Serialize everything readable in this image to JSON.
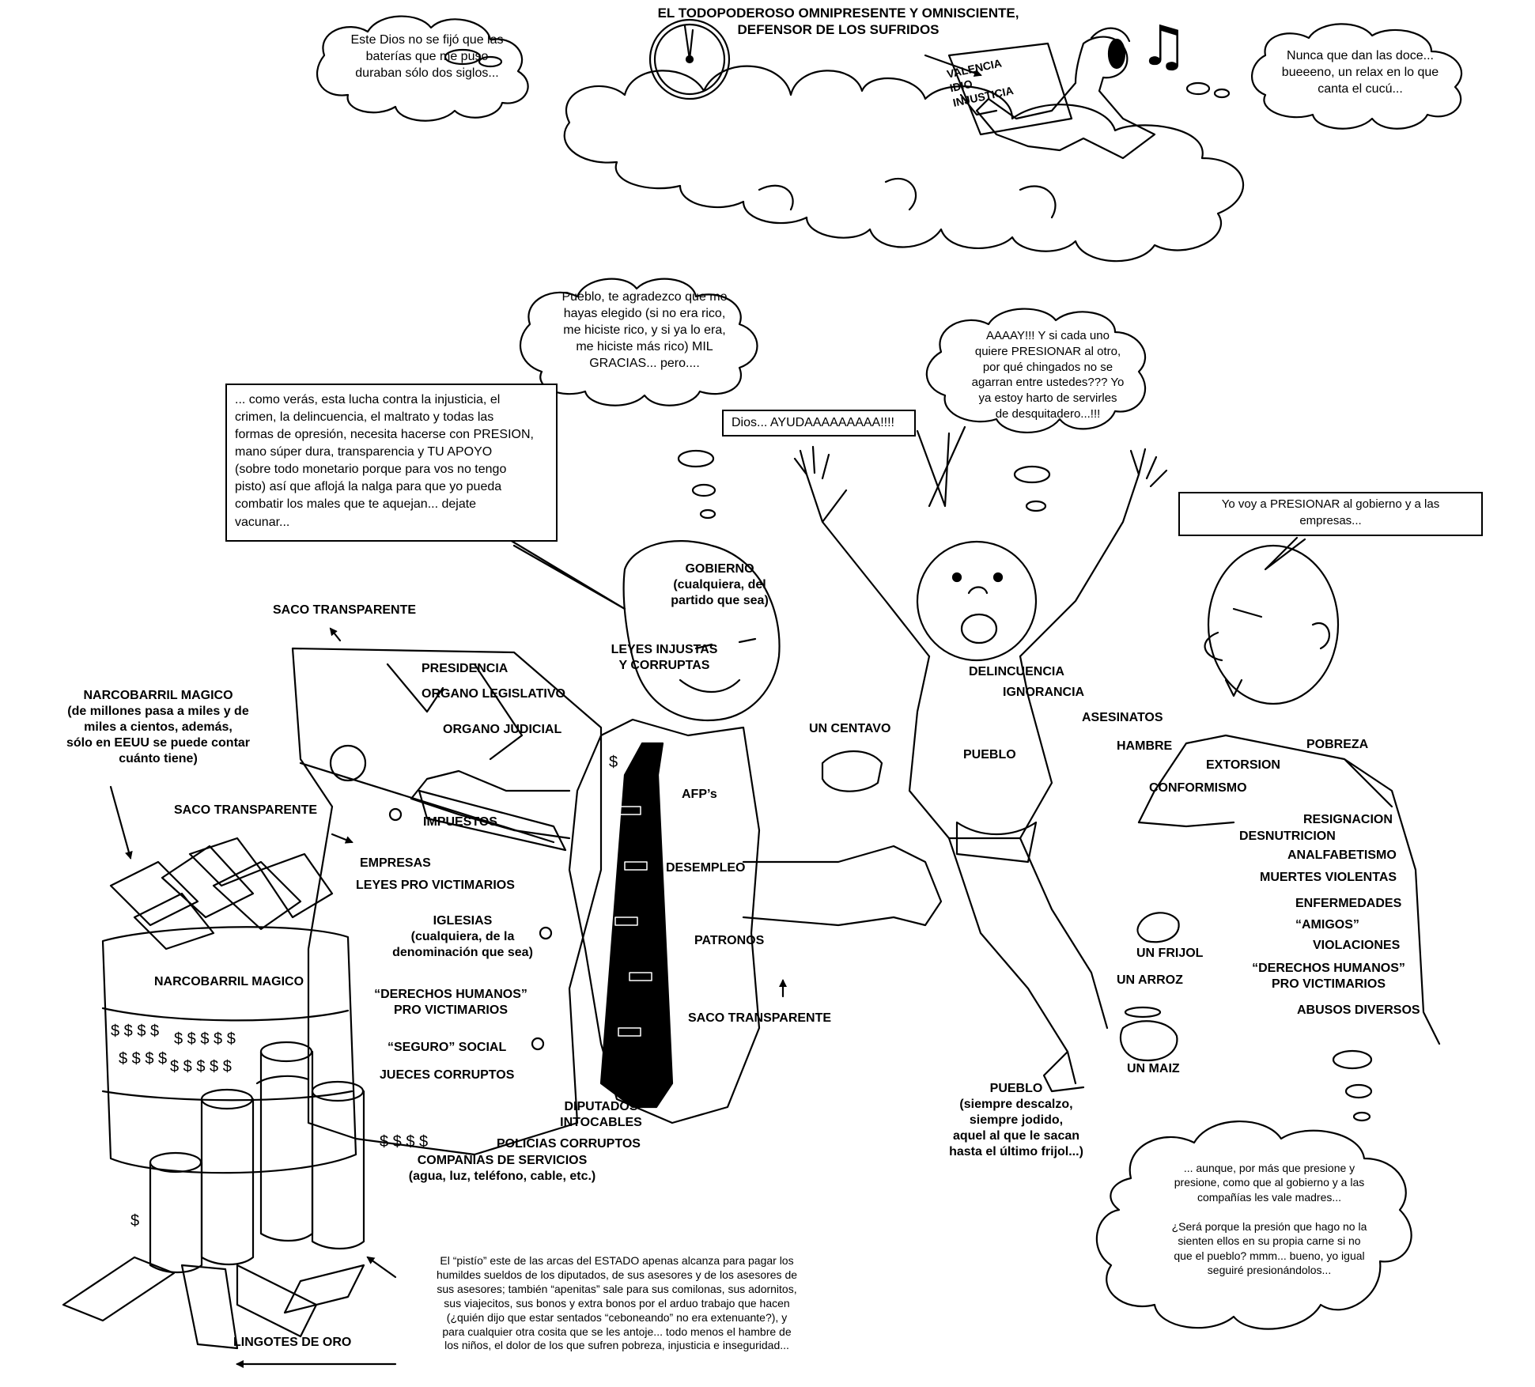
{
  "top": {
    "title": "EL TODOPODEROSO OMNIPRESENTE Y OMNISCIENTE,\nDEFENSOR DE LOS SUFRIDOS",
    "bubble_left": "Este Dios no se fijó que las\nbaterías que me puso\nduraban sólo dos siglos...",
    "bubble_right": "Nunca que dan las doce...\nbueeeno, un relax en lo que\ncanta el cucú...",
    "newspaper_text": "VALENCIA\nIDIO\nINJUSTICIA"
  },
  "government": {
    "bubble": "Pueblo, te agradezco que me\nhayas elegido (si no era rico,\nme hiciste rico, y si ya lo era,\nme hiciste más rico) MIL\nGRACIAS... pero....",
    "speech_box": "... como verás, esta lucha contra la injusticia, el\ncrimen, la delincuencia, el maltrato y todas las\nformas de opresión, necesita hacerse con PRESION,\nmano súper dura, transparencia y TU APOYO\n(sobre todo monetario porque para vos no tengo\npisto) así que aflojá la nalga para que yo pueda\ncombatir los males que te aquejan... dejate\nvacunar..."
  },
  "people": {
    "shout_box": "Dios... AYUDAAAAAAAAA!!!!",
    "bubble": "AAAAY!!! Y si cada uno\nquiere PRESIONAR al otro,\npor qué chingados no se\nagarran entre ustedes??? Yo\nya estoy harto de servirles\nde desquitadero...!!!"
  },
  "pressure": {
    "speech_box": "Yo voy a PRESIONAR al gobierno y a las\nempresas...",
    "bubble": "... aunque, por más que presione y\npresione, como que al gobierno y a las\ncompañías les vale madres...\n\n¿Será porque la presión que hago no la\nsienten ellos en su propia carne si no\nque el pueblo? mmm... bueno, yo igual\nseguiré presionándolos..."
  },
  "bottom_note": "El “pistío” este de las arcas del ESTADO apenas alcanza para pagar los\nhumildes sueldos de los diputados, de sus asesores y de los asesores de\nsus asesores; también “apenitas” sale para sus comilonas, sus adornitos,\nsus viajecitos, sus bonos y extra bonos por el arduo trabajo que hacen\n(¿quién dijo que estar sentados “ceboneando” no era extenuante?), y\npara cualquier otra cosita que se les antoje... todo menos el hambre de\nlos niños, el dolor de los que sufren pobreza, injusticia e inseguridad...",
  "labels": {
    "saco_top": "SACO TRANSPARENTE",
    "saco_mid": "SACO TRANSPARENTE",
    "saco_bottom": "SACO TRANSPARENTE",
    "narcobarril_title": "NARCOBARRIL MAGICO\n(de millones pasa a miles y de\nmiles a cientos, además,\nsólo en EEUU se puede contar\ncuánto tiene)",
    "narcobarril_barrel": "NARCOBARRIL MAGICO",
    "gobierno": "GOBIERNO\n(cualquiera, del\npartido que sea)",
    "leyes_injustas": "LEYES INJUSTAS\nY CORRUPTAS",
    "presidencia": "PRESIDENCIA",
    "organo_legislativo": "ORGANO LEGISLATIVO",
    "organo_judicial": "ORGANO JUDICIAL",
    "impuestos": "IMPUESTOS",
    "empresas": "EMPRESAS",
    "leyes_pro": "LEYES PRO VICTIMARIOS",
    "iglesias": "IGLESIAS\n(cualquiera, de la\ndenominación que sea)",
    "derechos_left": "“DERECHOS HUMANOS”\nPRO VICTIMARIOS",
    "seguro": "“SEGURO” SOCIAL",
    "jueces": "JUECES CORRUPTOS",
    "diputados": "DIPUTADOS\nINTOCABLES",
    "policias": "POLICIAS CORRUPTOS",
    "companias": "COMPAÑIAS DE SERVICIOS\n(agua, luz, teléfono, cable, etc.)",
    "afps": "AFP’s",
    "desempleo": "DESEMPLEO",
    "patronos": "PATRONOS",
    "un_centavo": "UN CENTAVO",
    "delincuencia": "DELINCUENCIA",
    "ignorancia": "IGNORANCIA",
    "pueblo_chest": "PUEBLO",
    "asesinatos": "ASESINATOS",
    "hambre": "HAMBRE",
    "extorsion": "EXTORSION",
    "pobreza": "POBREZA",
    "conformismo": "CONFORMISMO",
    "resignacion": "RESIGNACION",
    "desnutricion": "DESNUTRICION",
    "analfabetismo": "ANALFABETISMO",
    "muertes": "MUERTES VIOLENTAS",
    "enfermedades": "ENFERMEDADES",
    "amigos": "“AMIGOS”",
    "violaciones": "VIOLACIONES",
    "derechos_right": "“DERECHOS HUMANOS”\nPRO VICTIMARIOS",
    "abusos": "ABUSOS DIVERSOS",
    "un_frijol": "UN FRIJOL",
    "un_arroz": "UN ARROZ",
    "un_maiz": "UN MAIZ",
    "pueblo_caption": "PUEBLO\n(siempre descalzo,\nsiempre jodido,\naquel al que le sacan\nhasta el último frijol...)",
    "lingotes": "LINGOTES DE ORO"
  }
}
